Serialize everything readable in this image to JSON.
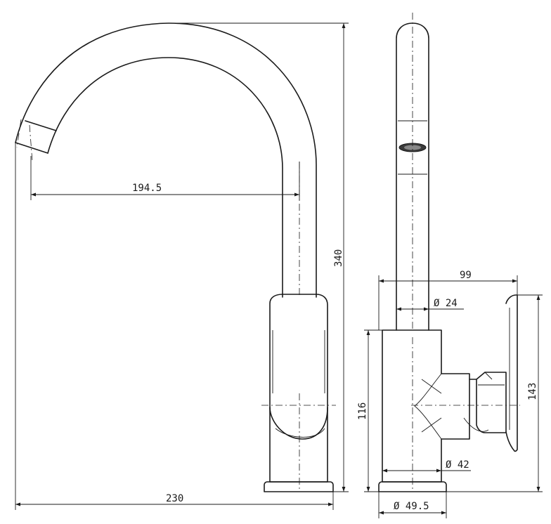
{
  "dimensions": {
    "spout_reach": "194.5",
    "total_height": "340",
    "base_width": "230",
    "side_depth": "99",
    "spout_diameter": "Ø 24",
    "body_height": "116",
    "lever_height": "143",
    "body_diameter": "Ø 42",
    "base_diameter": "Ø 49.5"
  }
}
